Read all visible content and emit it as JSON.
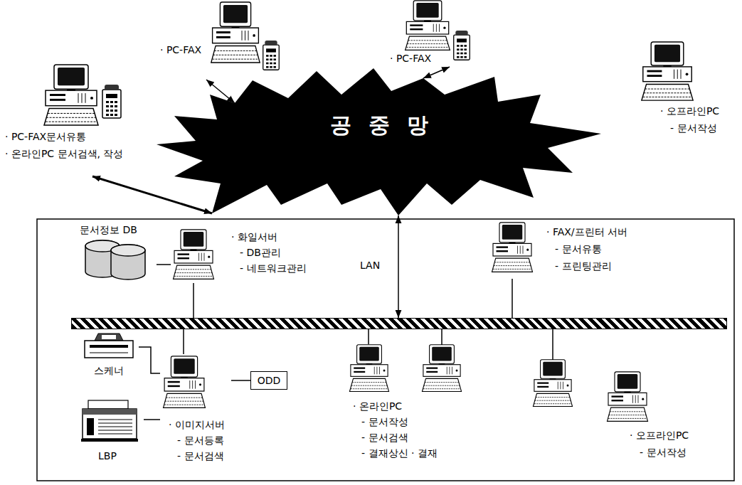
{
  "diagram": {
    "nodes": [
      {
        "text": [
          "· PC-FAX"
        ]
      },
      {
        "text": [
          "· PC-FAX"
        ]
      },
      {
        "text": [
          "· PC-FAX문서유통",
          "· 온라인PC 문서검색, 작성"
        ]
      },
      {
        "text": [
          "공중망"
        ]
      },
      {
        "text": [
          "· 오프라인PC",
          "- 문서작성"
        ]
      },
      {
        "text": [
          "문서정보 DB"
        ]
      },
      {
        "text": [
          "· 화일서버",
          "- DB관리",
          "- 네트워크관리"
        ]
      },
      {
        "text": [
          "· FAX/프린터 서버",
          "- 문서유통",
          "- 프린팅관리"
        ]
      },
      {
        "text": [
          "LAN"
        ]
      },
      {
        "text": [
          "스케너"
        ]
      },
      {
        "text": [
          "ODD"
        ]
      },
      {
        "text": [
          "LBP"
        ]
      },
      {
        "text": [
          "· 이미지서버",
          "- 문서등록",
          "- 문서검색"
        ]
      },
      {
        "text": [
          "· 온라인PC",
          "- 문서작성",
          "- 문서검색",
          "- 결재상신 · 결재"
        ]
      },
      {
        "text": [
          "· 오프라인PC",
          "- 문서작성"
        ]
      }
    ],
    "edges": [
      {
        "from": 0,
        "to": 3,
        "arrow": "both"
      },
      {
        "from": 1,
        "to": 3,
        "arrow": "both"
      },
      {
        "from": 2,
        "to": 3,
        "arrow": "both"
      },
      {
        "from": 3,
        "to": 8,
        "arrow": "both"
      },
      {
        "from": 5,
        "to": 6,
        "arrow": "none"
      },
      {
        "from": 6,
        "to": 8,
        "arrow": "none"
      },
      {
        "from": 7,
        "to": 8,
        "arrow": "none"
      },
      {
        "from": 9,
        "to": 12,
        "arrow": "none"
      },
      {
        "from": 10,
        "to": 12,
        "arrow": "none"
      },
      {
        "from": 11,
        "to": 12,
        "arrow": "none"
      },
      {
        "from": 12,
        "to": 8,
        "arrow": "none"
      },
      {
        "from": 13,
        "to": 8,
        "arrow": "none"
      }
    ]
  }
}
